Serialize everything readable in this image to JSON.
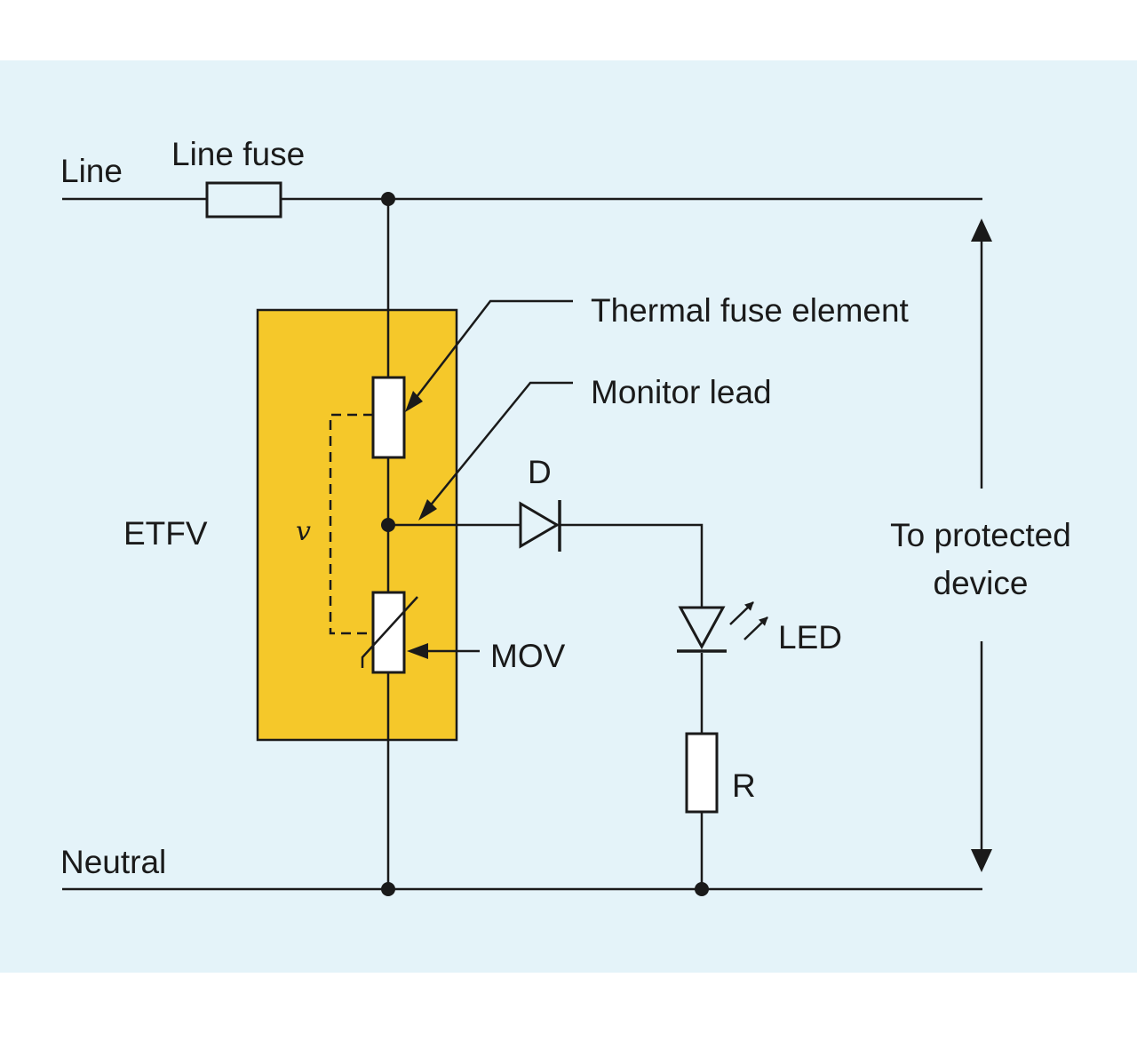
{
  "labels": {
    "line": "Line",
    "line_fuse": "Line fuse",
    "neutral": "Neutral",
    "etfv": "ETFV",
    "v": "v",
    "thermal_fuse_element": "Thermal fuse element",
    "monitor_lead": "Monitor lead",
    "diode": "D",
    "led": "LED",
    "mov": "MOV",
    "resistor": "R",
    "to_protected_line1": "To protected",
    "to_protected_line2": "device"
  },
  "colors": {
    "background": "#ffffff",
    "panel": "#e4f3f9",
    "etfv_box": "#f5c82a",
    "wire": "#1a1a1a",
    "component_fill": "#ffffff"
  }
}
